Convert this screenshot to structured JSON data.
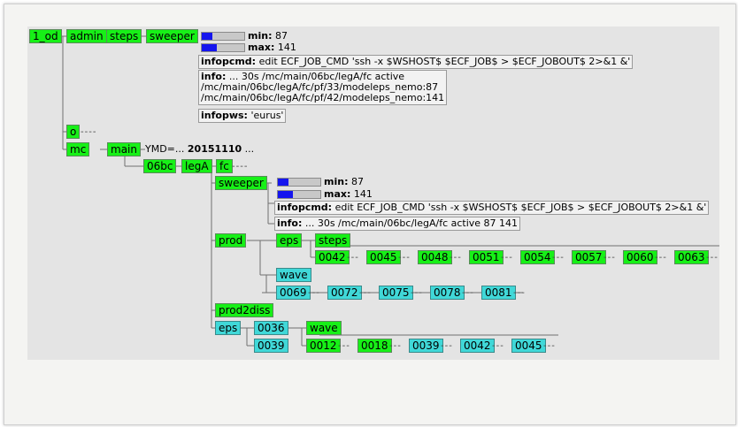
{
  "tree": {
    "root": "1_od",
    "admin": "admin",
    "admin_steps": "steps",
    "admin_sweeper": "sweeper",
    "o": "o",
    "mc": "mc",
    "main": "main",
    "yc": "06bc",
    "lega": "legA",
    "fc": "fc",
    "fc_sweeper": "sweeper",
    "prod": "prod",
    "eps": "eps",
    "steps": "steps",
    "steps_items": [
      "0042",
      "0045",
      "0048",
      "0051",
      "0054",
      "0057",
      "0060",
      "0063"
    ],
    "wave": "wave",
    "wave_items": [
      "0069",
      "0072",
      "0075",
      "0078",
      "0081"
    ],
    "prod2diss": "prod2diss",
    "p2d_eps": "eps",
    "p2d_0036": "0036",
    "p2d_wave": "wave",
    "p2d_0039": "0039",
    "p2d_items": [
      "0012",
      "0018",
      "0039",
      "0042",
      "0045"
    ]
  },
  "sweeper1": {
    "min_label": "min:",
    "min_value": "87",
    "min_fill": 0.25,
    "max_label": "max:",
    "max_value": "141",
    "max_fill": 0.35,
    "infopcmd_label": "infopcmd:",
    "infopcmd_value": "edit ECF_JOB_CMD 'ssh -x $WSHOST$ $ECF_JOB$ > $ECF_JOBOUT$ 2>&1 &'",
    "info_label": "info:",
    "info_line1": "... 30s /mc/main/06bc/legA/fc active",
    "info_line2": "/mc/main/06bc/legA/fc/pf/33/modeleps_nemo:87",
    "info_line3": "/mc/main/06bc/legA/fc/pf/42/modeleps_nemo:141",
    "infopws_label": "infopws:",
    "infopws_value": "'eurus'"
  },
  "main_meta": {
    "prefix": "YMD=...",
    "date": "20151110",
    "suffix": "..."
  },
  "sweeper2": {
    "min_label": "min:",
    "min_value": "87",
    "min_fill": 0.25,
    "max_label": "max:",
    "max_value": "141",
    "max_fill": 0.35,
    "infopcmd_label": "infopcmd:",
    "infopcmd_value": "edit ECF_JOB_CMD 'ssh -x $WSHOST$ $ECF_JOB$ > $ECF_JOBOUT$ 2>&1 &'",
    "info_label": "info:",
    "info_value": "... 30s /mc/main/06bc/legA/fc active 87 141"
  },
  "colors": {
    "active": "#17f017",
    "queued": "#40d8d8",
    "background": "#e4e4e4",
    "gauge": "#1515ee"
  }
}
